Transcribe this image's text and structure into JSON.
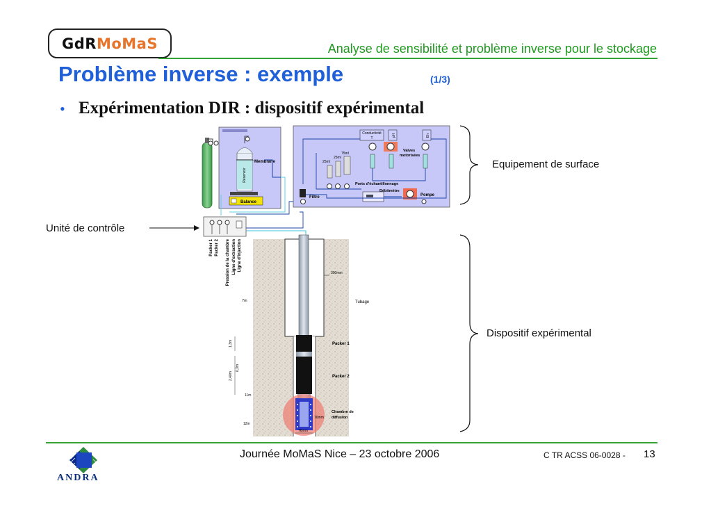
{
  "header": {
    "logo_left": "GdR",
    "logo_right": "MoMaS",
    "subtitle": "Analyse de sensibilité et problème inverse pour le stockage"
  },
  "title": {
    "main": "Problème inverse : exemple",
    "part": "(1/3)"
  },
  "bullet": {
    "symbol": "•",
    "text": "Expérimentation DIR : dispositif expérimental"
  },
  "annotations": {
    "surface": "Equipement de surface",
    "control": "Unité de contrôle",
    "device": "Dispositif expérimental"
  },
  "diagram": {
    "membrane": "Membrane",
    "reservoir": "Réservoir",
    "balance": "Balance",
    "filtre": "Filtre",
    "conductivite": "Conductivité",
    "conductivite_t": "T",
    "ph": "pH",
    "eh": "Eh",
    "valves_1": "Valves",
    "valves_2": "motorisées",
    "vol_75": "75ml",
    "vol_25a": "25ml",
    "vol_25b": "25ml",
    "ports": "Ports d'échantillonnage",
    "debitmetre": "Débitmètre",
    "pompe": "Pompe",
    "lines": [
      "Packer 1",
      "Packer 2",
      "Pression de la chambre",
      "Ligne d'extraction",
      "Ligne d'injection"
    ],
    "dim_300": "300mm",
    "tubage": "Tubage",
    "depth_7": "7m",
    "packer1": "Packer 1",
    "packer2": "Packer 2",
    "dim_13": "1,3m",
    "dim_240": "2,40m",
    "dim_03": "0,3m",
    "depth_11": "11m",
    "depth_12": "12m",
    "chambre_1": "Chambre de",
    "chambre_2": "diffusion",
    "dim_70": "70mm",
    "dim_76": "76mm"
  },
  "footer": {
    "center": "Journée MoMaS Nice – 23 octobre 2006",
    "ref": "C TR ACSS 06-0028 -",
    "page": "13",
    "andra": "ANDRA"
  },
  "colors": {
    "title_blue": "#1f5fd8",
    "green": "#33a333",
    "orange": "#e8742a",
    "panel": "#c8c8f8"
  }
}
